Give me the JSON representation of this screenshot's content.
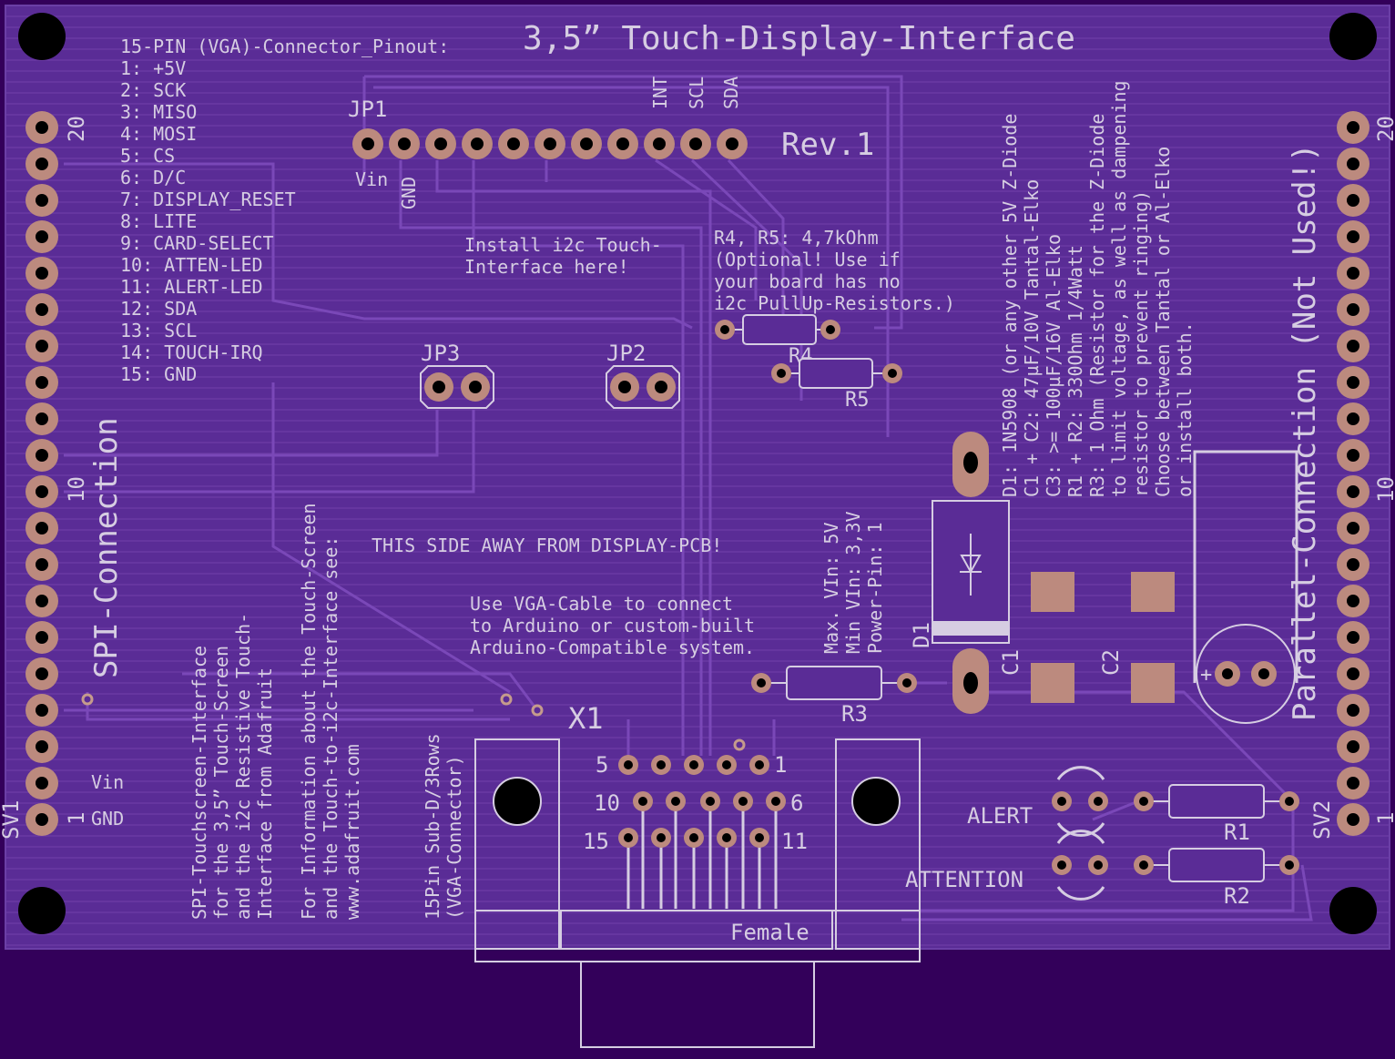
{
  "colors": {
    "background": "#33005a",
    "board": "#5a2c96",
    "board_edge": "#6b3fa6",
    "trace": "#6a3aa3",
    "silk": "#d6cde2",
    "pad": "#bc8a7e",
    "hole": "#000000",
    "via": "#c59b8c"
  },
  "title": "3,5” Touch-Display-Interface",
  "revision": "Rev.1",
  "pinout": {
    "header": "15-PIN (VGA)-Connector_Pinout:",
    "lines": [
      "1: +5V",
      "2: SCK",
      "3: MISO",
      "4: MOSI",
      "5: CS",
      "6: D/C",
      "7: DISPLAY_RESET",
      "8: LITE",
      "9: CARD-SELECT",
      "10: ATTEN-LED",
      "11: ALERT-LED",
      "12: SDA",
      "13: SCL",
      "14: TOUCH-IRQ",
      "15: GND"
    ]
  },
  "jp1": {
    "label": "JP1",
    "pins": 11,
    "pin_left_1": "Vin",
    "pin_left_2": "GND",
    "pin_int": "INT",
    "pin_scl": "SCL",
    "pin_sda": "SDA"
  },
  "jp2": {
    "label": "JP2"
  },
  "jp3": {
    "label": "JP3"
  },
  "notes": {
    "i2c_install": [
      "Install i2c Touch-",
      "Interface here!"
    ],
    "pullups": [
      "R4, R5: 4,7kOhm",
      "(Optional! Use if",
      "your board has no",
      "i2c PullUp-Resistors.)"
    ],
    "away": "THIS SIDE AWAY FROM DISPLAY-PCB!",
    "vga_cable": [
      "Use VGA-Cable to connect",
      "to Arduino or custom-built",
      "Arduino-Compatible system."
    ],
    "power": [
      "Max. VIn: 5V",
      "Min VIn: 3,3V",
      "Power-Pin: 1"
    ],
    "parts": [
      "D1: 1N5908 (or any other 5V Z-Diode",
      "C1 + C2: 47µF/10V Tantal-Elko",
      "C3: >= 100µF/16V Al-Elko",
      "R1 + R2: 330Ohm 1/4Watt",
      "R3: 1 Ohm (Resistor for the Z-Diode",
      "to limit voltage, as well as dampening",
      "resistor to prevent ringing)",
      "Choose between Tantal or Al-Elko",
      "or install both."
    ],
    "spi_desc": [
      "SPI-Touchscreen-Interface",
      "for the 3,5” Touch-Screen",
      "and the i2c Resistive Touch-",
      "Interface from Adafruit"
    ],
    "info": [
      "For Information about the Touch-Screen",
      "and the Touch-to-i2c-Interface see:",
      "www.adafruit.com"
    ],
    "subd": [
      "15Pin Sub-D/3Rows",
      "(VGA-Connector)"
    ]
  },
  "sv1": {
    "label": "SV1",
    "connection": "SPI-Connection",
    "num_20": "20",
    "num_10": "10",
    "num_1": "1",
    "vin": "Vin",
    "gnd": "GND"
  },
  "sv2": {
    "label": "SV2",
    "connection": "Parallel-Connection (Not Used!)",
    "num_20": "20",
    "num_10": "10",
    "num_1": "1"
  },
  "x1": {
    "label": "X1",
    "gender": "Female",
    "p5": "5",
    "p1": "1",
    "p10": "10",
    "p6": "6",
    "p15": "15",
    "p11": "11"
  },
  "components": {
    "r1": "R1",
    "r2": "R2",
    "r3": "R3",
    "r4": "R4",
    "r5": "R5",
    "d1": "D1",
    "c1": "C1",
    "c2": "C2",
    "c3_plus": "+"
  },
  "leds": {
    "alert": "ALERT",
    "attention": "ATTENTION"
  }
}
